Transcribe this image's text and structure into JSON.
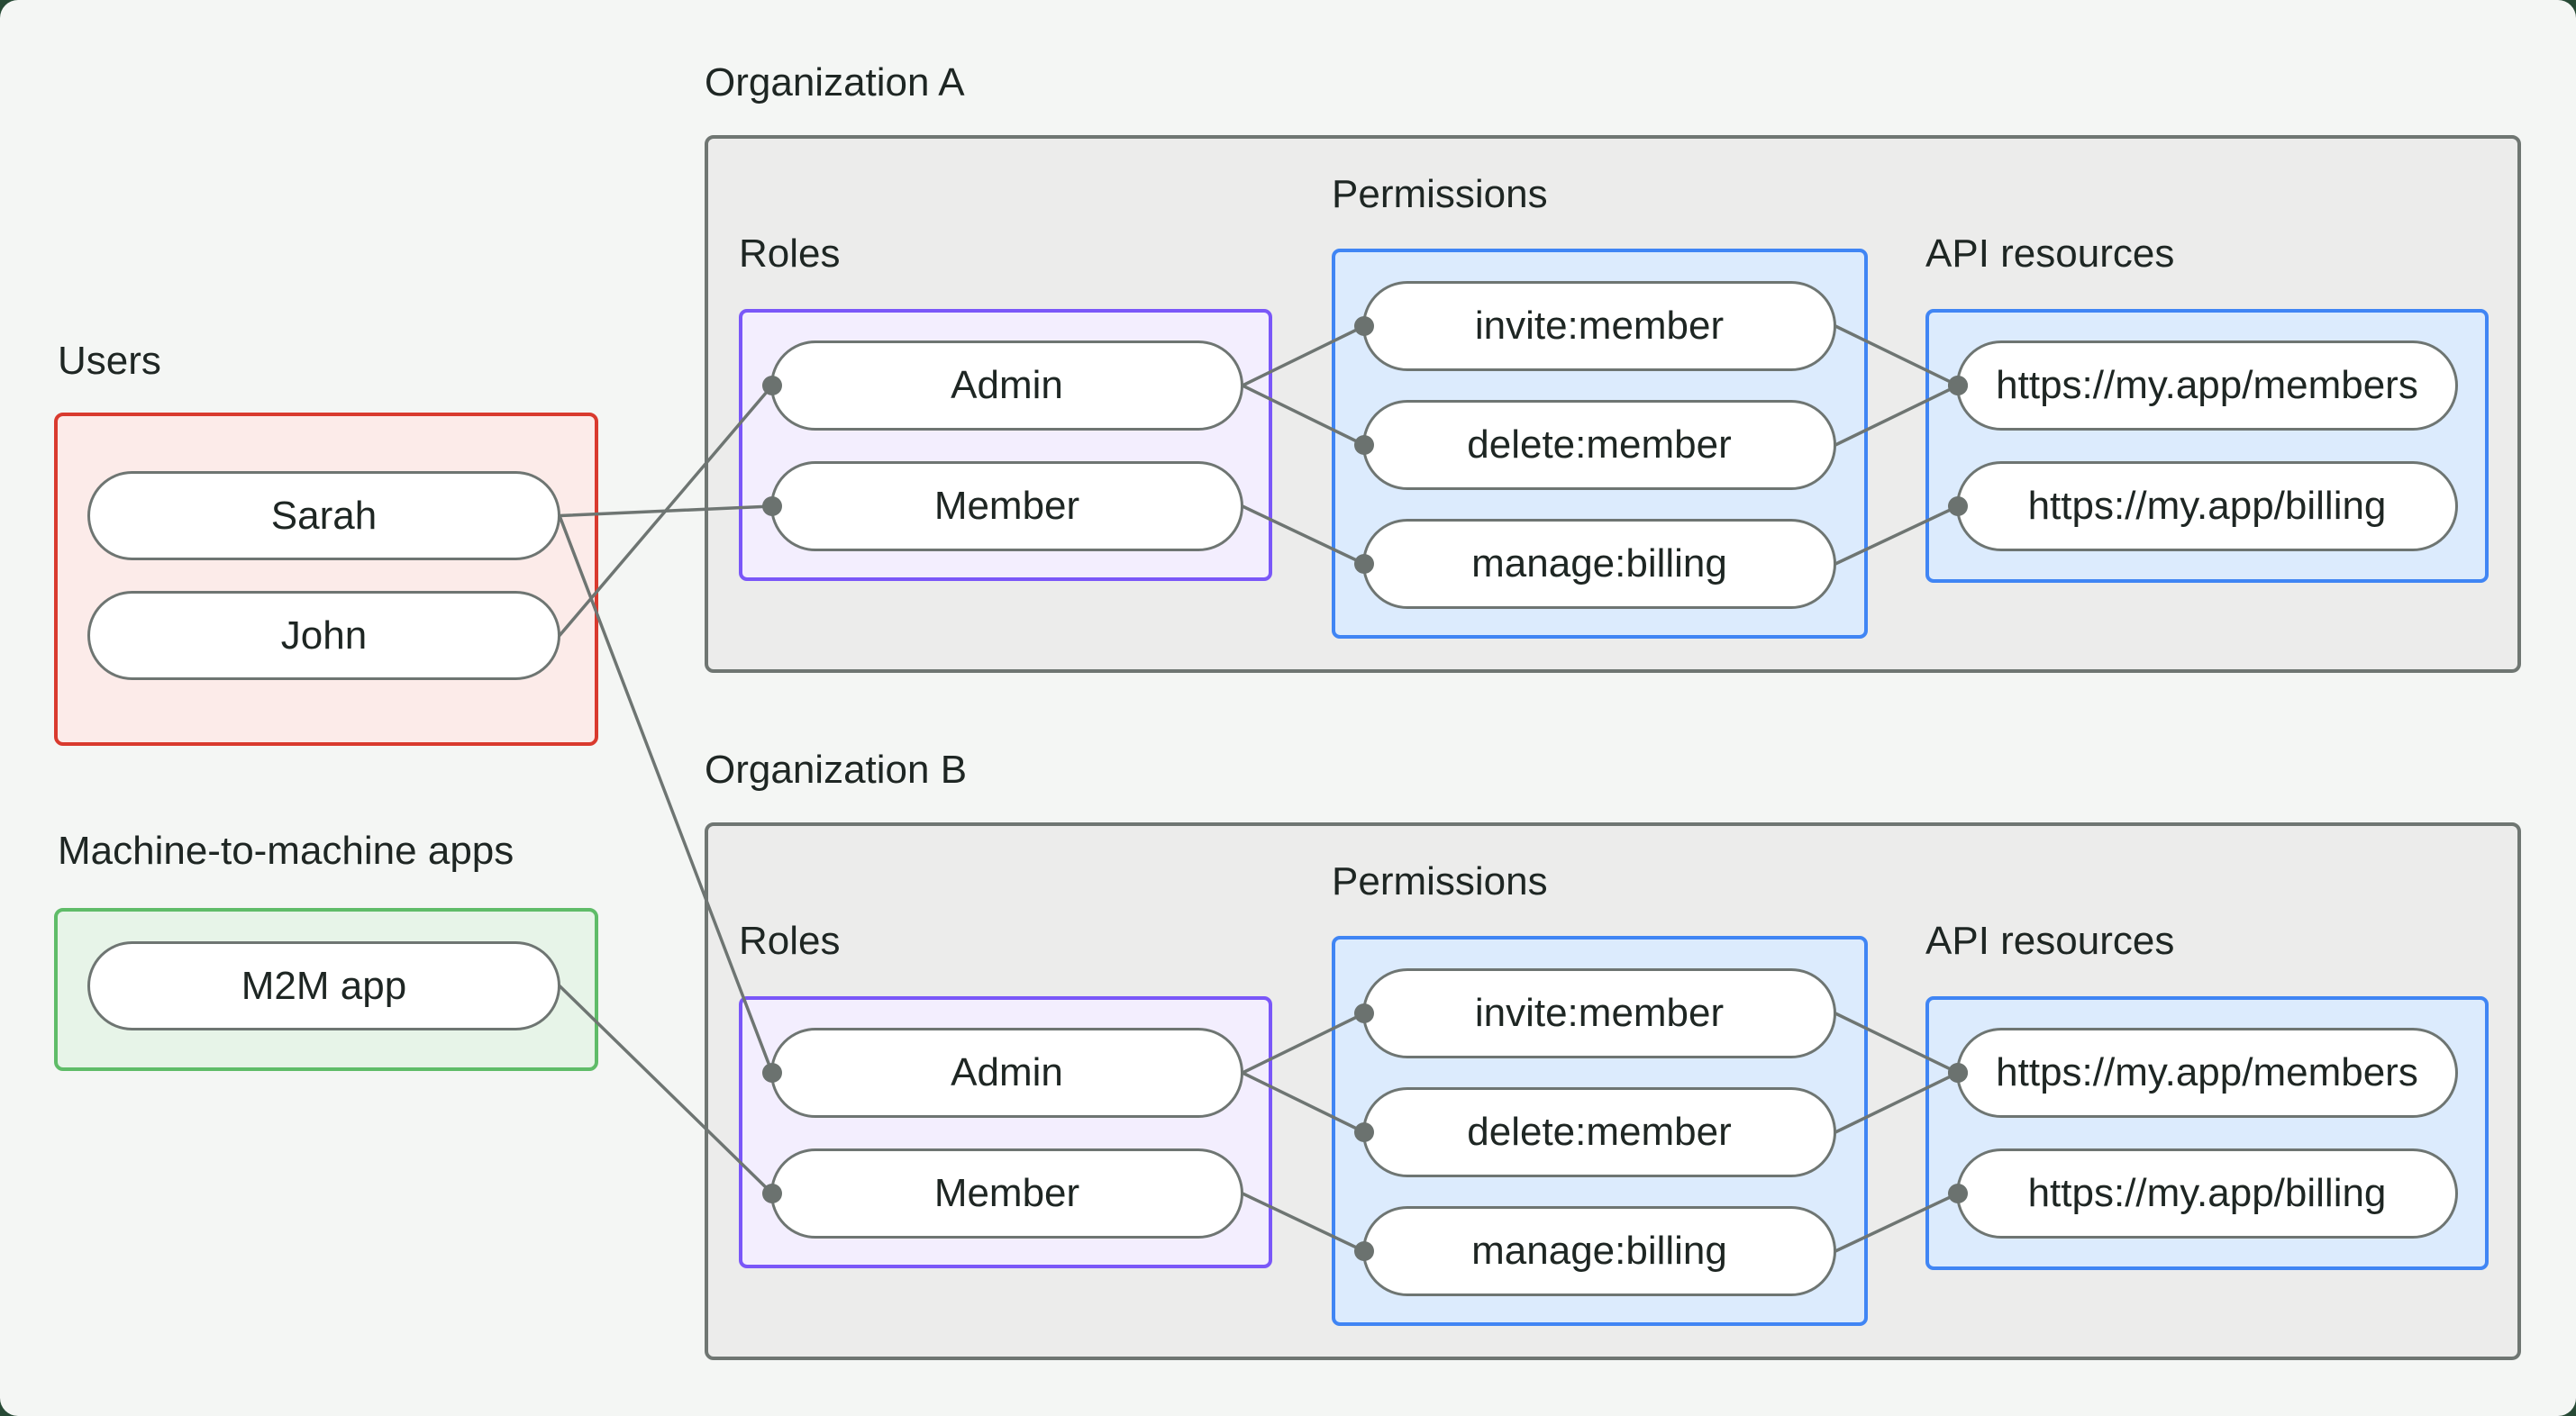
{
  "page": {
    "background": "#f4f6f4",
    "outer_background": "#274a35"
  },
  "style": {
    "connector_color": "#6e7572",
    "dot_color": "#6b726f",
    "pill_border": "#6e7572",
    "text_color": "#1e2623",
    "org_fill": "#ececeb",
    "org_border": "#6f7672",
    "roles_border": "#7a57f8",
    "roles_fill": "#f3eefe",
    "permissions_border": "#4085f4",
    "permissions_fill": "#dcebfd",
    "users_border": "#d93a2e",
    "users_fill": "#fcebe9",
    "m2m_border": "#5fbc68",
    "m2m_fill": "#e7f4e8"
  },
  "users_section": {
    "label": "Users",
    "members": [
      {
        "id": "sarah",
        "label": "Sarah"
      },
      {
        "id": "john",
        "label": "John"
      }
    ]
  },
  "m2m_section": {
    "label": "Machine-to-machine apps",
    "apps": [
      {
        "id": "m2m",
        "label": "M2M app"
      }
    ]
  },
  "orgs": [
    {
      "label": "Organization A",
      "roles_label": "Roles",
      "permissions_label": "Permissions",
      "api_label": "API resources",
      "roles": [
        {
          "id": "a-admin",
          "label": "Admin"
        },
        {
          "id": "a-member",
          "label": "Member"
        }
      ],
      "permissions": [
        {
          "id": "a-invite",
          "label": "invite:member"
        },
        {
          "id": "a-delete",
          "label": "delete:member"
        },
        {
          "id": "a-manage",
          "label": "manage:billing"
        }
      ],
      "api_resources": [
        {
          "id": "a-members",
          "label": "https://my.app/members"
        },
        {
          "id": "a-billing",
          "label": "https://my.app/billing"
        }
      ]
    },
    {
      "label": "Organization B",
      "roles_label": "Roles",
      "permissions_label": "Permissions",
      "api_label": "API resources",
      "roles": [
        {
          "id": "b-admin",
          "label": "Admin"
        },
        {
          "id": "b-member",
          "label": "Member"
        }
      ],
      "permissions": [
        {
          "id": "b-invite",
          "label": "invite:member"
        },
        {
          "id": "b-delete",
          "label": "delete:member"
        },
        {
          "id": "b-manage",
          "label": "manage:billing"
        }
      ],
      "api_resources": [
        {
          "id": "b-members",
          "label": "https://my.app/members"
        },
        {
          "id": "b-billing",
          "label": "https://my.app/billing"
        }
      ]
    }
  ],
  "connections": [
    [
      "sarah",
      "a-member"
    ],
    [
      "john",
      "a-admin"
    ],
    [
      "sarah",
      "b-admin"
    ],
    [
      "m2m",
      "b-member"
    ],
    [
      "a-admin",
      "a-invite"
    ],
    [
      "a-admin",
      "a-delete"
    ],
    [
      "a-member",
      "a-manage"
    ],
    [
      "a-invite",
      "a-members"
    ],
    [
      "a-delete",
      "a-members"
    ],
    [
      "a-manage",
      "a-billing"
    ],
    [
      "b-admin",
      "b-invite"
    ],
    [
      "b-admin",
      "b-delete"
    ],
    [
      "b-member",
      "b-manage"
    ],
    [
      "b-invite",
      "b-members"
    ],
    [
      "b-delete",
      "b-members"
    ],
    [
      "b-manage",
      "b-billing"
    ]
  ]
}
